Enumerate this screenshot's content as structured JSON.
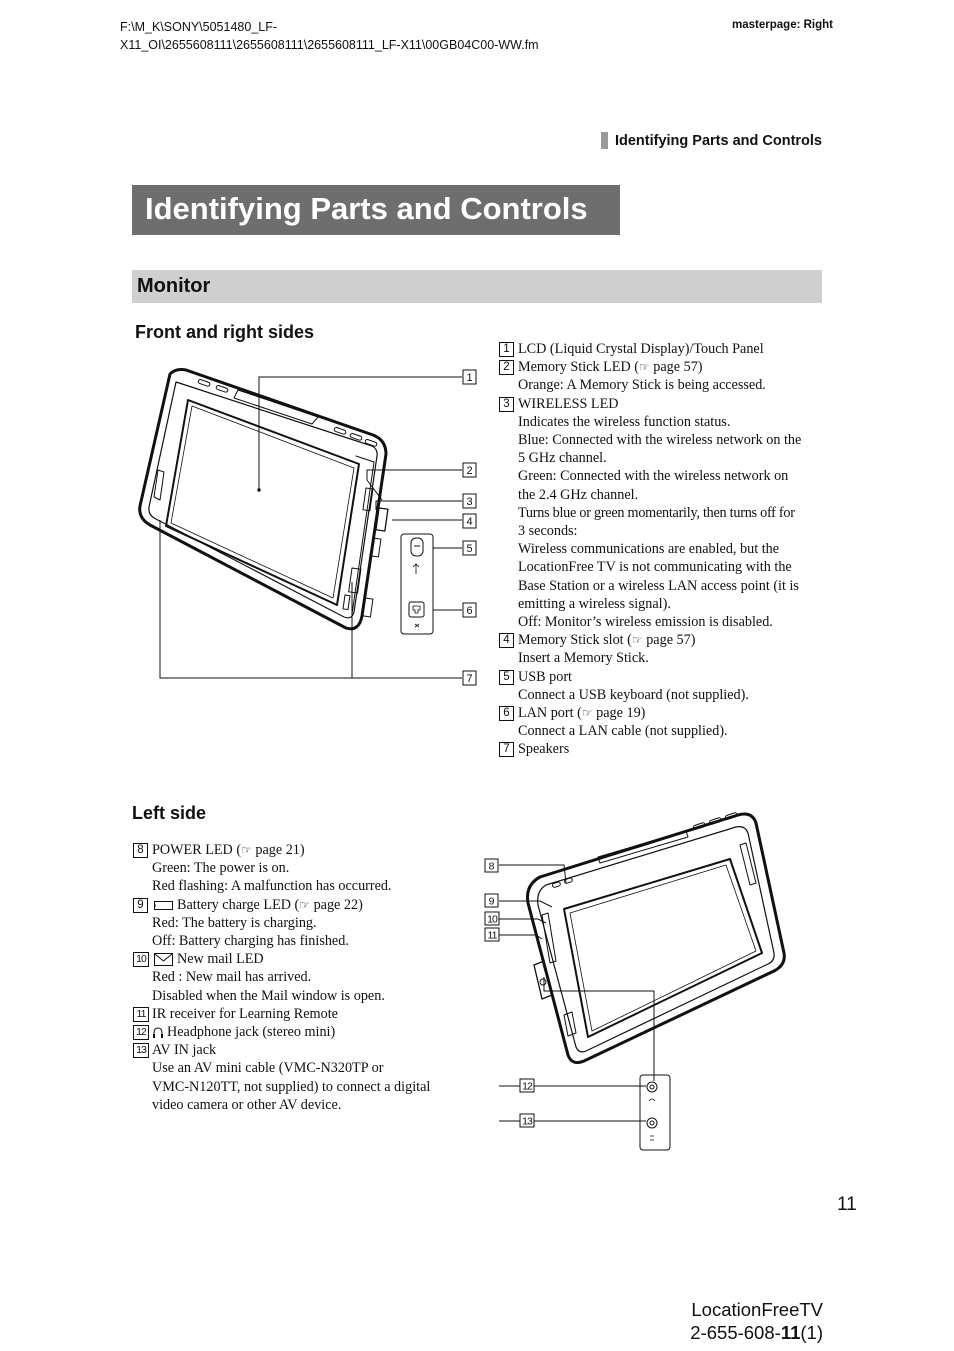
{
  "header": {
    "path_line1": "F:\\M_K\\SONY\\5051480_LF-",
    "path_line2": "X11_OI\\2655608111\\2655608111\\2655608111_LF-X11\\00GB04C00-WW.fm",
    "masterpage": "masterpage: Right",
    "running_head": "Identifying Parts and Controls"
  },
  "title": "Identifying Parts and Controls",
  "section": "Monitor",
  "front": {
    "heading": "Front and right sides",
    "callouts": [
      "1",
      "2",
      "3",
      "4",
      "5",
      "6",
      "7"
    ],
    "items": [
      {
        "num": "1",
        "lines": [
          "LCD (Liquid Crystal Display)/Touch Panel"
        ]
      },
      {
        "num": "2",
        "title": "Memory Stick LED (",
        "ref": "page 57)",
        "lines": [
          "Orange: A Memory Stick is being accessed."
        ]
      },
      {
        "num": "3",
        "lines": [
          "WIRELESS LED",
          "Indicates the wireless function status.",
          "Blue: Connected with the wireless network on the",
          "5 GHz channel.",
          "Green: Connected with the wireless network on",
          "the 2.4 GHz channel.",
          "Turns blue or green momentarily, then turns off for",
          "3 seconds:",
          "Wireless communications are enabled, but the",
          "LocationFree TV is not communicating with the",
          "Base Station or a wireless LAN access point (it is",
          "emitting a wireless signal).",
          "Off: Monitor’s wireless emission is disabled."
        ]
      },
      {
        "num": "4",
        "title": "Memory Stick slot (",
        "ref": "page 57)",
        "lines": [
          "Insert a Memory Stick."
        ]
      },
      {
        "num": "5",
        "lines": [
          "USB port",
          "Connect a USB keyboard (not supplied)."
        ]
      },
      {
        "num": "6",
        "title": "LAN port (",
        "ref": "page 19)",
        "lines": [
          "Connect a LAN cable (not supplied)."
        ]
      },
      {
        "num": "7",
        "lines": [
          "Speakers"
        ]
      }
    ]
  },
  "left": {
    "heading": "Left side",
    "callouts": [
      "8",
      "9",
      "10",
      "11",
      "12",
      "13"
    ],
    "items": [
      {
        "num": "8",
        "title": "POWER LED (",
        "ref": "page 21)",
        "lines": [
          "Green: The power is on.",
          "Red flashing: A malfunction has occurred."
        ]
      },
      {
        "num": "9",
        "title": "Battery charge LED (",
        "ref": "page 22)",
        "lines": [
          "Red: The battery is charging.",
          "Off: Battery charging has finished."
        ]
      },
      {
        "num": "10",
        "title": "New mail LED",
        "lines": [
          "Red : New mail has arrived.",
          "Disabled when the Mail window is open."
        ]
      },
      {
        "num": "11",
        "lines": [
          "IR receiver for Learning Remote"
        ]
      },
      {
        "num": "12",
        "title": "Headphone jack (stereo mini)"
      },
      {
        "num": "13",
        "lines": [
          "AV IN jack",
          "Use an AV mini cable (VMC-N320TP or",
          "VMC-N120TT, not supplied) to connect a digital",
          "video camera or other AV device."
        ]
      }
    ]
  },
  "page_number": "11",
  "footer": {
    "product": "LocationFreeTV",
    "code_prefix": "2-655-608-",
    "code_bold": "11",
    "code_suffix": "(1)"
  },
  "icons": [
    "pointing-hand-icon",
    "battery-icon",
    "envelope-icon",
    "headphone-icon",
    "usb-icon",
    "lan-icon"
  ]
}
